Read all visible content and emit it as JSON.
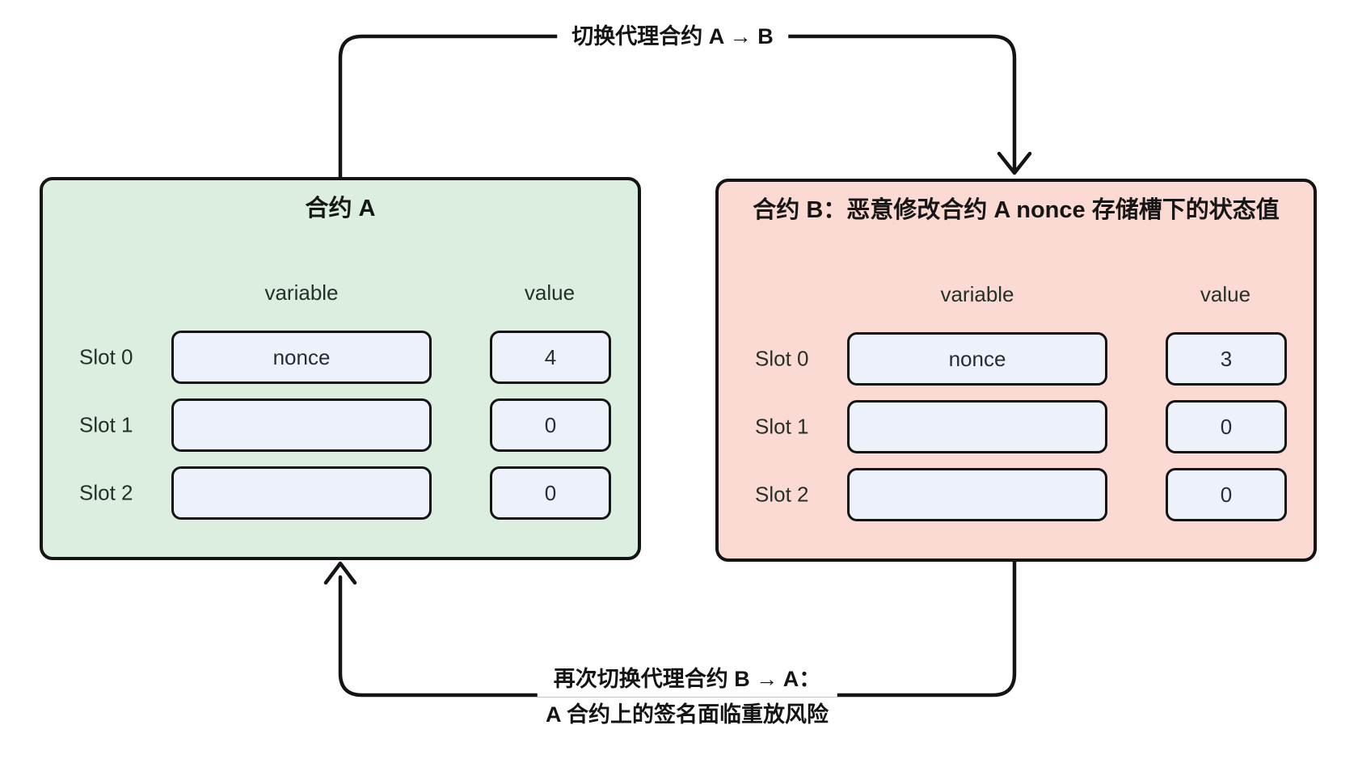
{
  "colors": {
    "background": "#ffffff",
    "contract_a_fill": "#dbeedf",
    "contract_b_fill": "#fcdad4",
    "slot_box_fill": "#edf1f9",
    "line_and_border": "#141414"
  },
  "top_arrow": {
    "label": "切换代理合约 A → B"
  },
  "bottom_arrow": {
    "label_line1": "再次切换代理合约 B → A：",
    "label_line2": "A 合约上的签名面临重放风险"
  },
  "contract_a": {
    "title": "合约 A",
    "columns": {
      "variable": "variable",
      "value": "value"
    },
    "rows": [
      {
        "slot": "Slot 0",
        "variable": "nonce",
        "value": "4"
      },
      {
        "slot": "Slot 1",
        "variable": "",
        "value": "0"
      },
      {
        "slot": "Slot 2",
        "variable": "",
        "value": "0"
      }
    ]
  },
  "contract_b": {
    "title": "合约 B：恶意修改合约 A nonce 存储槽下的状态值",
    "columns": {
      "variable": "variable",
      "value": "value"
    },
    "rows": [
      {
        "slot": "Slot 0",
        "variable": "nonce",
        "value": "3"
      },
      {
        "slot": "Slot 1",
        "variable": "",
        "value": "0"
      },
      {
        "slot": "Slot 2",
        "variable": "",
        "value": "0"
      }
    ]
  }
}
